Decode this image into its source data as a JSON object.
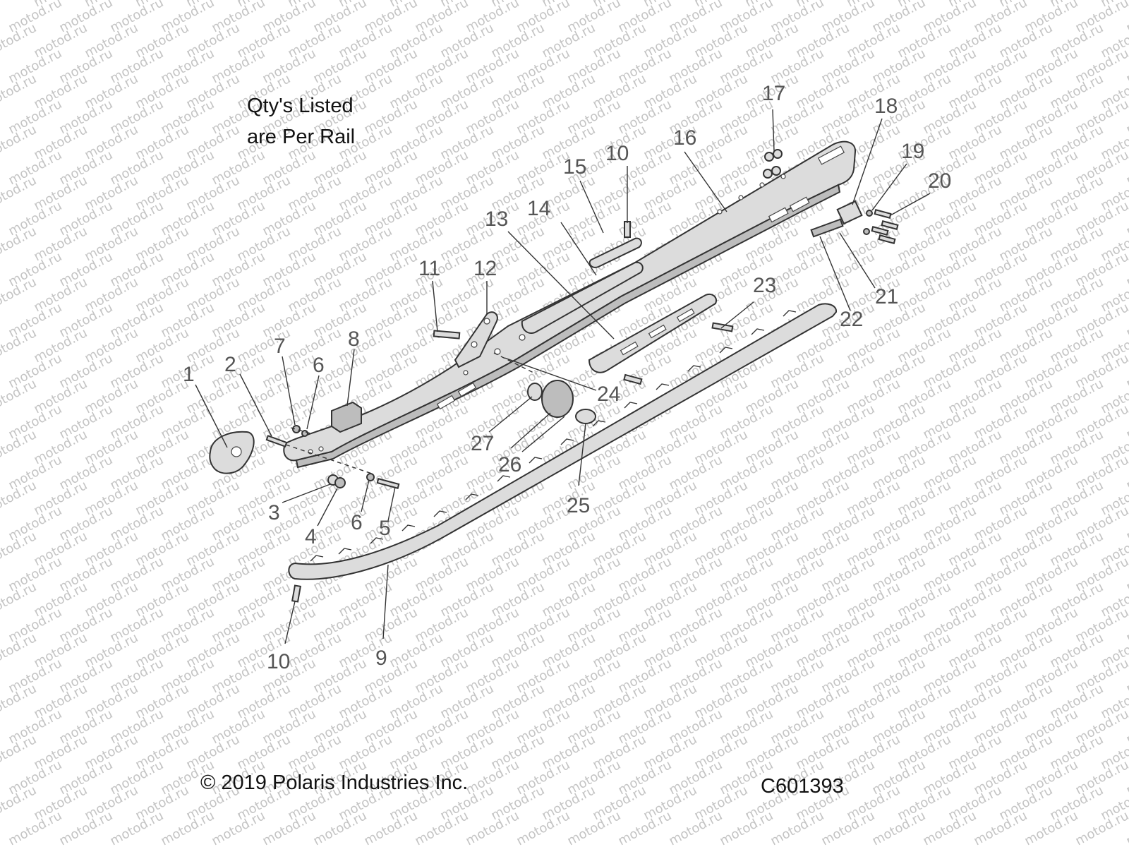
{
  "diagram": {
    "note_line1": "Qty's Listed",
    "note_line2": "are Per Rail",
    "copyright": "© 2019 Polaris Industries Inc.",
    "code": "C601393",
    "watermark": "motod.ru",
    "callouts": [
      "1",
      "2",
      "3",
      "4",
      "5",
      "6",
      "6",
      "7",
      "8",
      "9",
      "10",
      "10",
      "11",
      "12",
      "13",
      "14",
      "15",
      "16",
      "17",
      "18",
      "19",
      "20",
      "21",
      "22",
      "23",
      "24",
      "25",
      "26",
      "27"
    ]
  }
}
